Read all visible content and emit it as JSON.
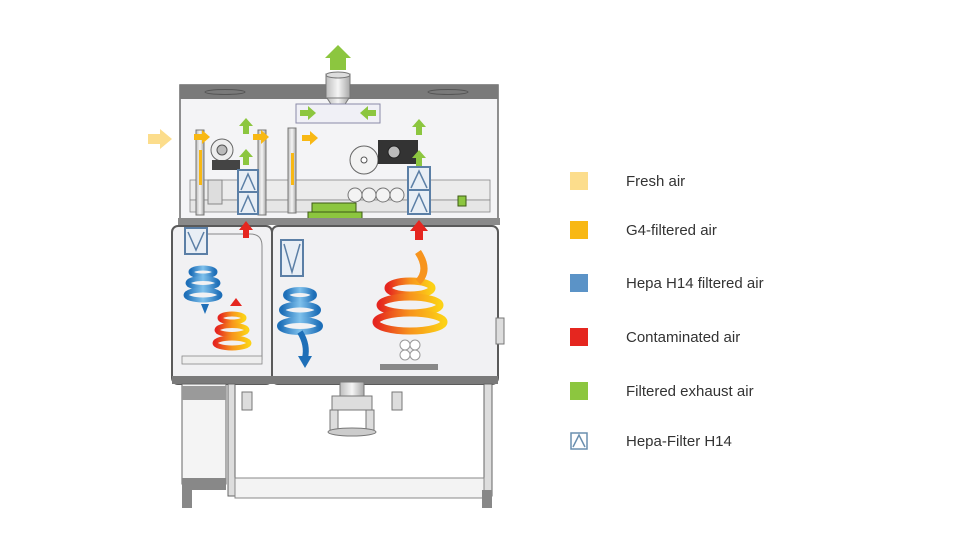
{
  "legend": {
    "items": [
      {
        "label": "Fresh air",
        "color": "#FCDD8C",
        "kind": "swatch"
      },
      {
        "label": "G4-filtered air",
        "color": "#F8B814",
        "kind": "swatch"
      },
      {
        "label": "Hepa H14 filtered air",
        "color": "#5B93C7",
        "kind": "swatch"
      },
      {
        "label": "Contaminated air",
        "color": "#E5261F",
        "kind": "swatch"
      },
      {
        "label": "Filtered exhaust air",
        "color": "#8CC63F",
        "kind": "swatch"
      },
      {
        "label": "Hepa-Filter H14",
        "color": "#6A8FAF",
        "kind": "filter-symbol"
      }
    ]
  },
  "colors": {
    "frame": "#7d7d7d",
    "frame_dark": "#5a5a5a",
    "panel": "#f3f3f5",
    "fresh": "#FCDD8C",
    "g4": "#F8B814",
    "hepa": "#5B93C7",
    "contaminated": "#E5261F",
    "exhaust": "#8CC63F",
    "filter": "#6A8FAF"
  }
}
